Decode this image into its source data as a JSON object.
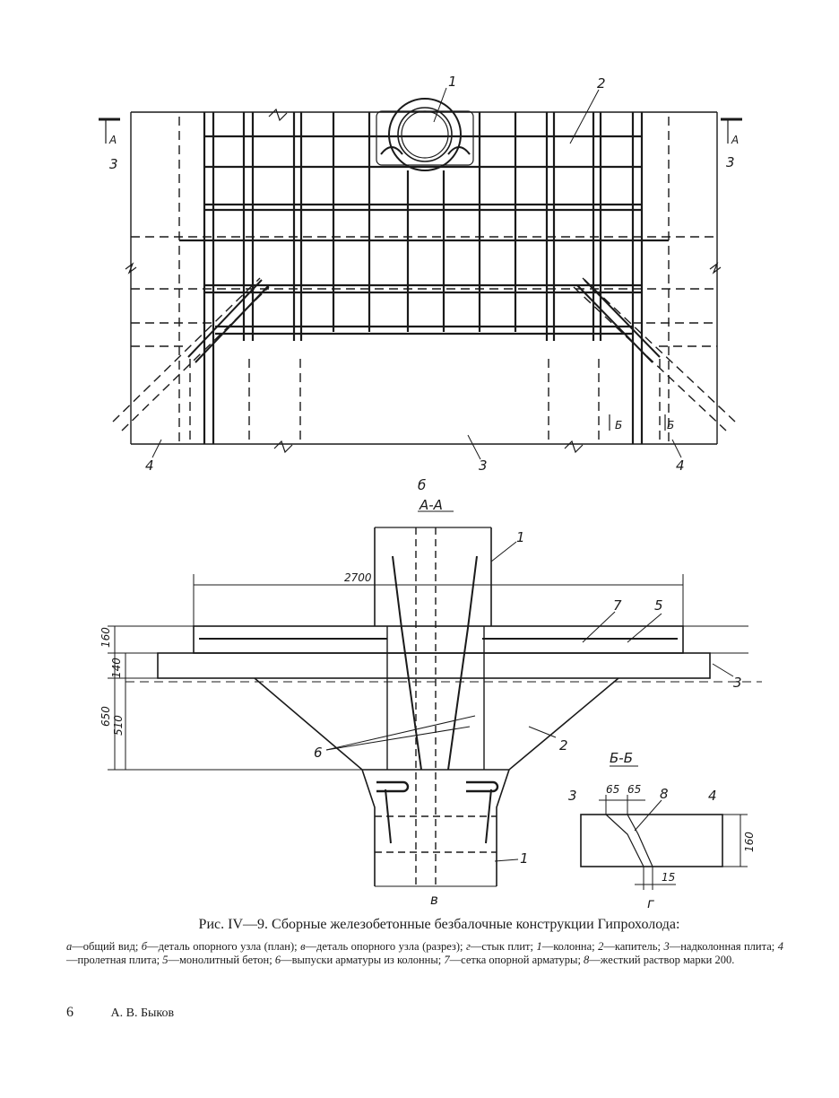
{
  "plan": {
    "labels": {
      "n1": "1",
      "n2": "2",
      "n3_left": "3",
      "n3_right": "3",
      "n3_bottom": "3",
      "n4_left": "4",
      "n4_right": "4",
      "sec_a_left": "A",
      "sec_a_right": "A",
      "sec_b_left": "Б",
      "sec_b_right": "Б"
    },
    "subfig": "б"
  },
  "section_aa": {
    "title": "А-А",
    "dims": {
      "span": "2700",
      "d160": "160",
      "d140": "140",
      "d650": "650",
      "d510": "510"
    },
    "labels": {
      "n1_top": "1",
      "n1_bot": "1",
      "n2": "2",
      "n3": "3",
      "n5": "5",
      "n6": "6",
      "n7": "7"
    },
    "subfig": "в"
  },
  "section_bb": {
    "title": "Б-Б",
    "dims": {
      "d65a": "65",
      "d65b": "65",
      "d160": "160",
      "d15": "15"
    },
    "labels": {
      "n3": "3",
      "n4": "4",
      "n8": "8"
    },
    "subfig": "г"
  },
  "caption": "Рис. IV—9. Сборные железобетонные безбалочные конструкции Гипрохолода:",
  "legend": [
    {
      "k": "а",
      "t": "—общий вид; "
    },
    {
      "k": "б",
      "t": "—деталь опорного узла (план); "
    },
    {
      "k": "в",
      "t": "—деталь опорного узла (разрез); "
    },
    {
      "k": "г",
      "t": "—стык плит; "
    },
    {
      "k": "1",
      "t": "—колонна; "
    },
    {
      "k": "2",
      "t": "—капитель; "
    },
    {
      "k": "3",
      "t": "—надколонная плита; "
    },
    {
      "k": "4",
      "t": "—пролетная плита; "
    },
    {
      "k": "5",
      "t": "—монолитный бетон; "
    },
    {
      "k": "6",
      "t": "—выпуски арматуры из колонны; "
    },
    {
      "k": "7",
      "t": "—сетка опорной арматуры; "
    },
    {
      "k": "8",
      "t": "—жесткий раствор марки 200."
    }
  ],
  "footer": {
    "page": "6",
    "author": "А. В. Быков"
  }
}
